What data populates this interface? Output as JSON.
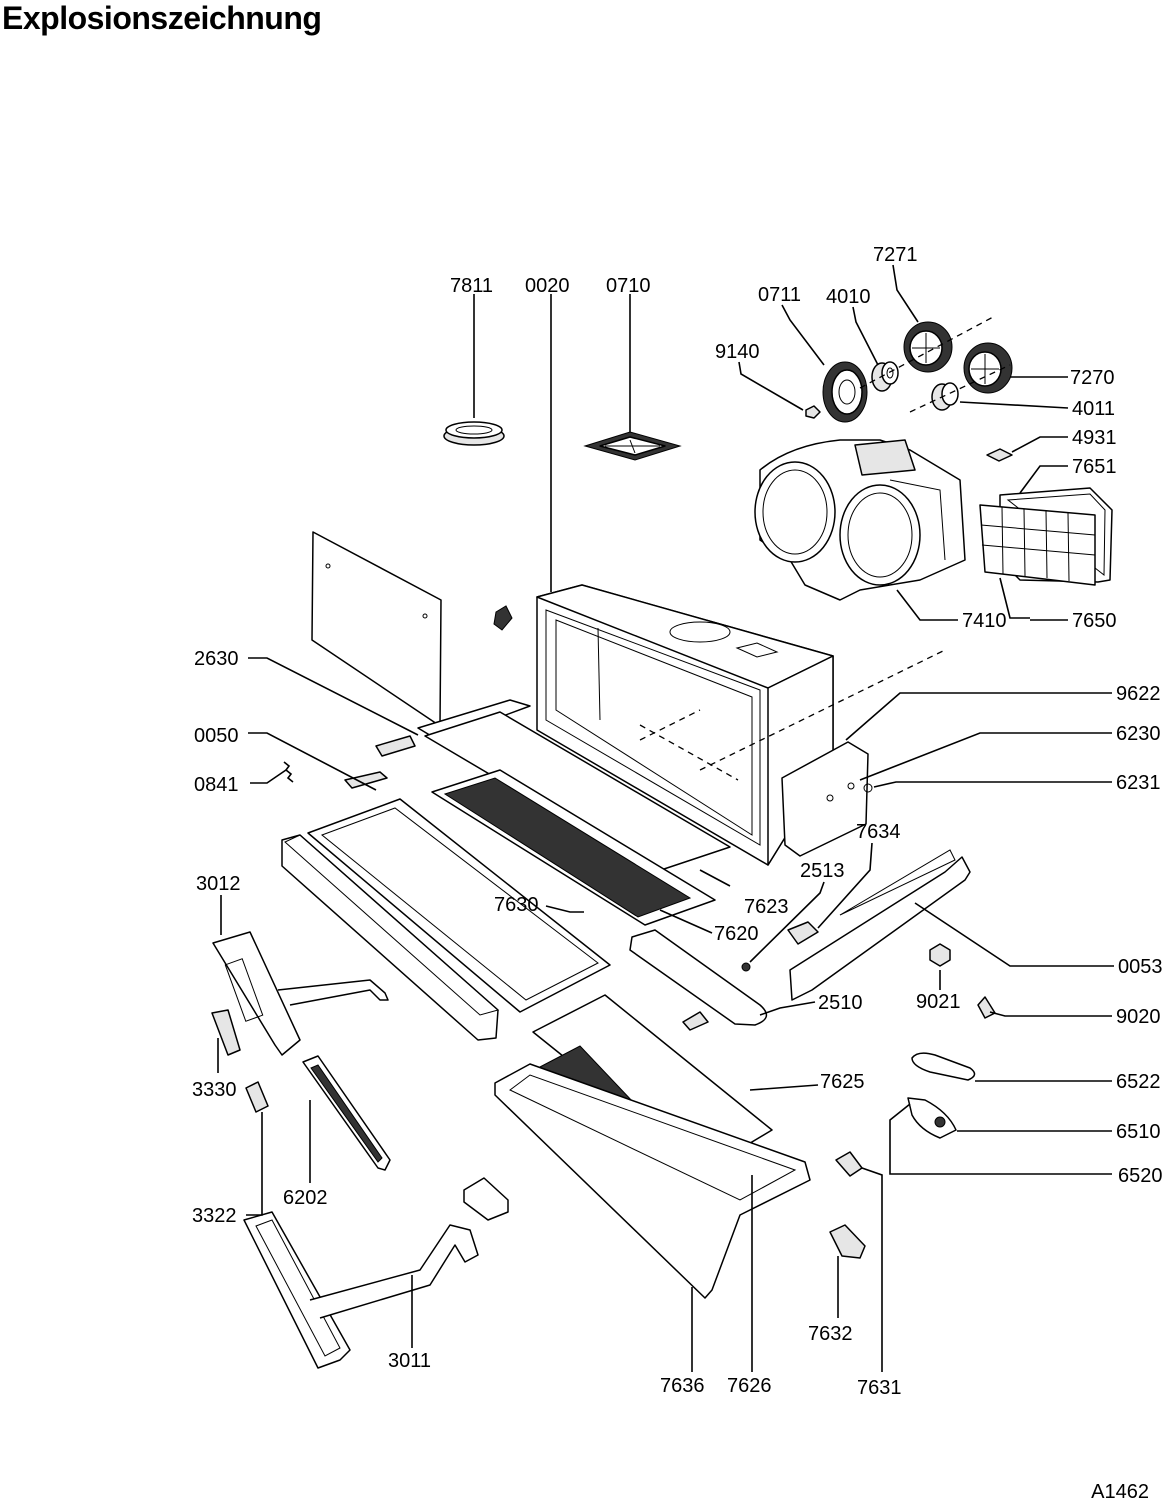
{
  "title": "Explosionszeichnung",
  "document_id": "A1462",
  "labels": {
    "7811": "7811",
    "0020": "0020",
    "0710": "0710",
    "7271": "7271",
    "0711": "0711",
    "4010": "4010",
    "9140": "9140",
    "7270": "7270",
    "4011": "4011",
    "4931": "4931",
    "7651": "7651",
    "7410": "7410",
    "7650": "7650",
    "2630": "2630",
    "9622": "9622",
    "6230": "6230",
    "0050": "0050",
    "6231": "6231",
    "0841": "0841",
    "7634": "7634",
    "2513": "2513",
    "3012": "3012",
    "7623": "7623",
    "7630": "7630",
    "7620": "7620",
    "0053": "0053",
    "9021": "9021",
    "2510": "2510",
    "9020": "9020",
    "7625": "7625",
    "6522": "6522",
    "3330": "3330",
    "6510": "6510",
    "3322": "3322",
    "6202": "6202",
    "6520": "6520",
    "7632": "7632",
    "3011": "3011",
    "7636": "7636",
    "7626": "7626",
    "7631": "7631"
  }
}
